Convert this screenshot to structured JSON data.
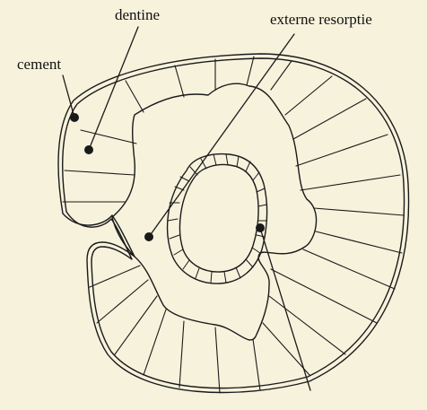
{
  "labels": {
    "dentine": "dentine",
    "externe_resorptie": "externe resorptie",
    "cement": "cement"
  },
  "colors": {
    "background": "#f6f2dc",
    "ink": "#1a1a1a"
  }
}
